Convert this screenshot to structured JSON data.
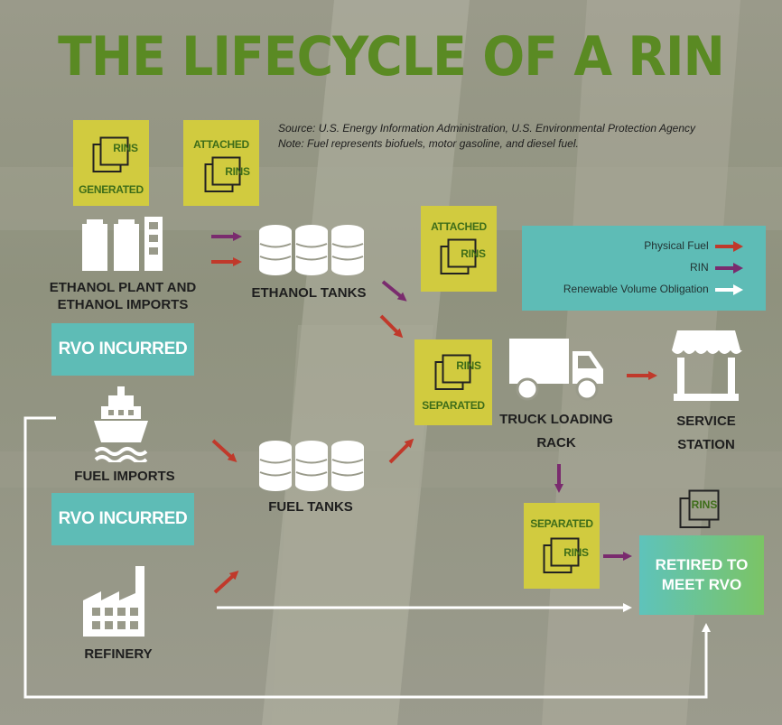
{
  "title": "THE LIFECYCLE OF A RIN",
  "source": {
    "line1": "Source: U.S. Energy Information Administration, U.S. Environmental Protection Agency",
    "line2": "Note: Fuel represents biofuels, motor gasoline, and diesel fuel."
  },
  "rins_label": "RINS",
  "status": {
    "generated": "GENERATED",
    "attached": "ATTACHED",
    "separated": "SEPARATED"
  },
  "nodes": {
    "ethanol_plant": "ETHANOL PLANT AND ETHANOL IMPORTS",
    "ethanol_tanks": "ETHANOL TANKS",
    "fuel_imports": "FUEL IMPORTS",
    "fuel_tanks": "FUEL TANKS",
    "refinery": "REFINERY",
    "truck_rack": "TRUCK LOADING RACK",
    "service_station": "SERVICE STATION"
  },
  "rvo_incurred": "RVO INCURRED",
  "retired": "RETIRED TO MEET RVO",
  "legend": {
    "physical_fuel": "Physical Fuel",
    "rin": "RIN",
    "rvo": "Renewable Volume Obligation"
  },
  "colors": {
    "title": "#5a8a23",
    "physical_fuel": "#c0392b",
    "rin": "#7a2b6e",
    "rvo": "#ffffff",
    "yellow_box": "#d1cb3f",
    "teal_box": "#5ebcb6"
  }
}
